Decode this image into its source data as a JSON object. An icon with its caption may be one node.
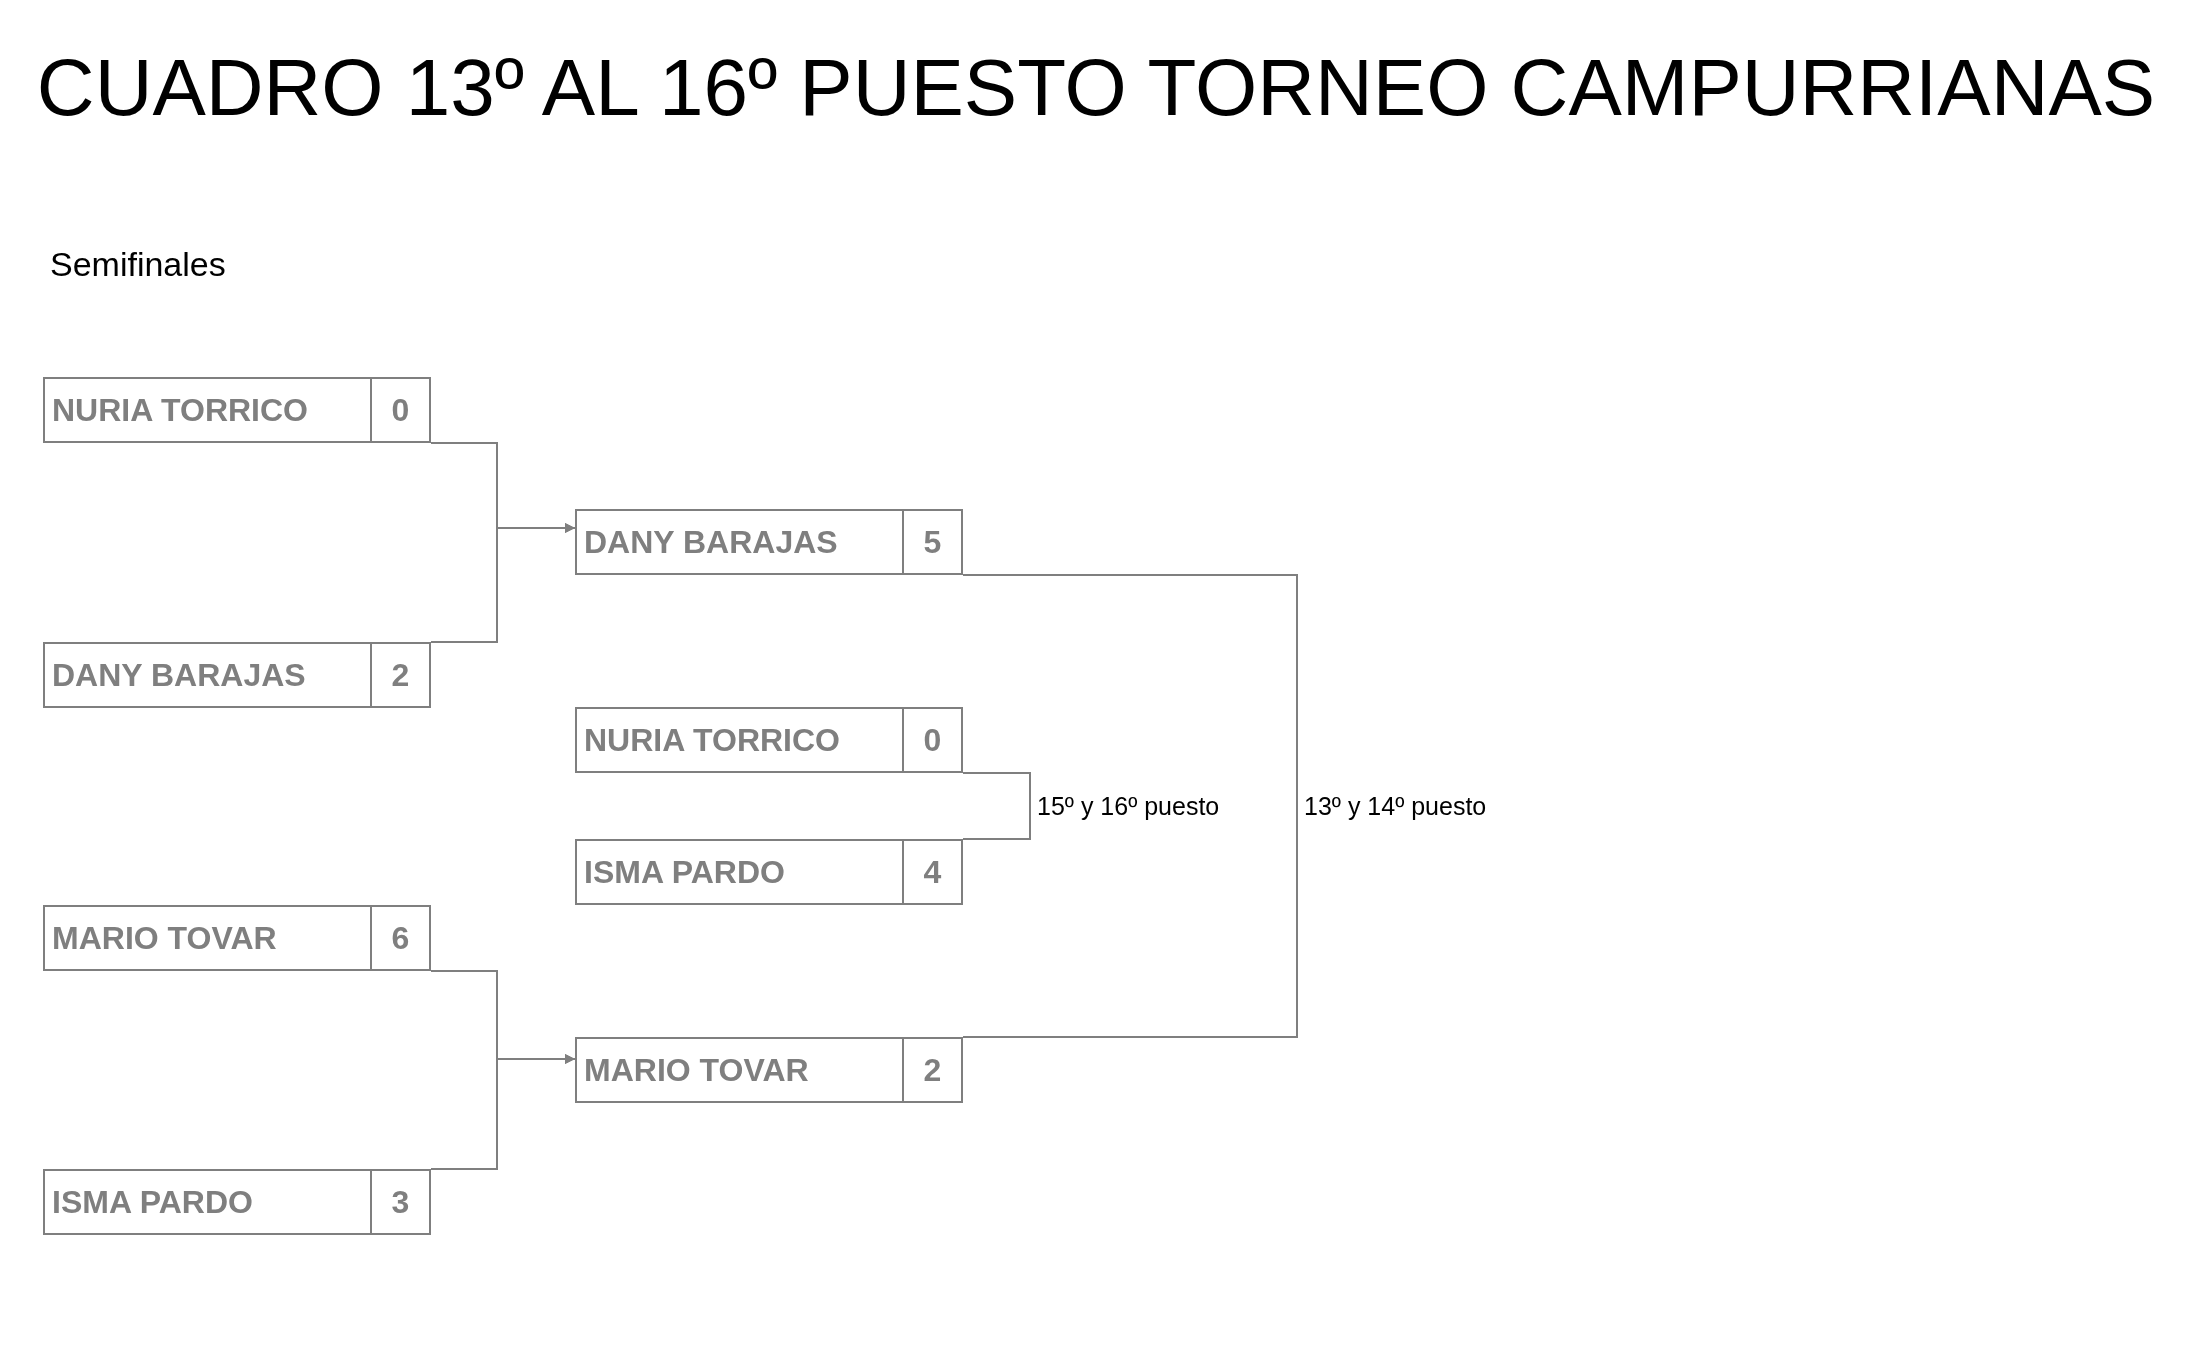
{
  "diagram": {
    "title": "CUADRO 13º AL 16º PUESTO TORNEO CAMPURRIANAS",
    "nodes": [
      {
        "text": [
          "NURIA TORRICO",
          "0"
        ]
      },
      {
        "text": [
          "DANY BARAJAS",
          "2"
        ]
      },
      {
        "text": [
          "MARIO TOVAR",
          "6"
        ]
      },
      {
        "text": [
          "ISMA PARDO",
          "3"
        ]
      },
      {
        "text": [
          "DANY BARAJAS",
          "5"
        ]
      },
      {
        "text": [
          "NURIA TORRICO",
          "0"
        ]
      },
      {
        "text": [
          "ISMA PARDO",
          "4"
        ]
      },
      {
        "text": [
          "MARIO TOVAR",
          "2"
        ]
      }
    ],
    "edges": [
      {
        "from": 0,
        "to": 4,
        "arrow": "to"
      },
      {
        "from": 1,
        "to": 4,
        "arrow": "to"
      },
      {
        "from": 2,
        "to": 7,
        "arrow": "to"
      },
      {
        "from": 3,
        "to": 7,
        "arrow": "to"
      },
      {
        "from": 5,
        "to": 6,
        "arrow": "none",
        "label": "15º y 16º puesto"
      },
      {
        "from": 4,
        "to": 7,
        "arrow": "none",
        "label": "13º y 14º puesto"
      }
    ],
    "labels": [
      "Semifinales"
    ]
  }
}
